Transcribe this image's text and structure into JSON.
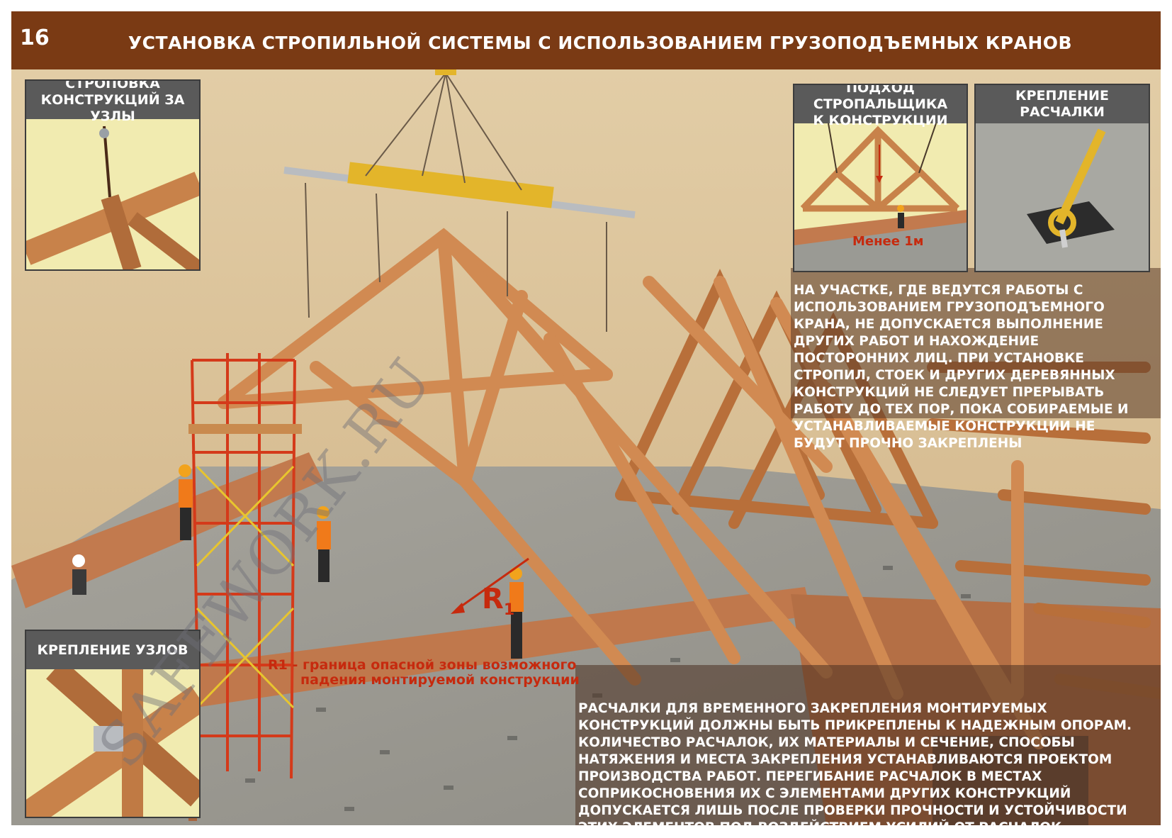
{
  "header": {
    "page_number": "16",
    "title": "УСТАНОВКА СТРОПИЛЬНОЙ СИСТЕМЫ С ИСПОЛЬЗОВАНИЕМ ГРУЗОПОДЪЕМНЫХ КРАНОВ"
  },
  "insets": {
    "slinging": "СТРОПОВКА\nКОНСТРУКЦИЙ ЗА УЗЛЫ",
    "approach": "ПОДХОД СТРОПАЛЬЩИКА\nК КОНСТРУКЦИИ",
    "guy_fixing": "КРЕПЛЕНИЕ\nРАСЧАЛКИ",
    "node_fixing": "КРЕПЛЕНИЕ УЗЛОВ"
  },
  "labels": {
    "less_1m": "Менее 1м",
    "r1": "R",
    "r1_sub": "1",
    "danger_zone_line1": "R1 - граница опасной зоны возможного",
    "danger_zone_line2": "падения монтируемой конструкции"
  },
  "notes": {
    "top": "НА УЧАСТКЕ, ГДЕ ВЕДУТСЯ РАБОТЫ С ИСПОЛЬЗОВАНИЕМ ГРУЗОПОДЪЕМНОГО КРАНА, НЕ ДОПУСКАЕТСЯ ВЫПОЛНЕНИЕ ДРУГИХ РАБОТ И НАХОЖДЕНИЕ ПОСТОРОННИХ ЛИЦ. ПРИ УСТАНОВКЕ СТРОПИЛ, СТОЕК И ДРУГИХ ДЕРЕВЯННЫХ КОНСТРУКЦИЙ НЕ СЛЕДУЕТ ПРЕРЫВАТЬ РАБОТУ ДО ТЕХ ПОР, ПОКА СОБИРАЕМЫЕ И УСТАНАВЛИВАЕМЫЕ КОНСТРУКЦИИ НЕ БУДУТ ПРОЧНО ЗАКРЕПЛЕНЫ",
    "bottom": "РАСЧАЛКИ ДЛЯ ВРЕМЕННОГО ЗАКРЕПЛЕНИЯ МОНТИРУЕМЫХ КОНСТРУКЦИЙ ДОЛЖНЫ БЫТЬ ПРИКРЕПЛЕНЫ К НАДЕЖНЫМ ОПОРАМ. КОЛИЧЕСТВО РАСЧАЛОК, ИХ МАТЕРИАЛЫ И СЕЧЕНИЕ, СПОСОБЫ НАТЯЖЕНИЯ И МЕСТА ЗАКРЕПЛЕНИЯ УСТАНАВЛИВАЮТСЯ ПРОЕКТОМ ПРОИЗВОДСТВА РАБОТ. ПЕРЕГИБАНИЕ РАСЧАЛОК В МЕСТАХ СОПРИКОСНОВЕНИЯ ИХ С ЭЛЕМЕНТАМИ ДРУГИХ КОНСТРУКЦИЙ ДОПУСКАЕТСЯ ЛИШЬ ПОСЛЕ ПРОВЕРКИ ПРОЧНОСТИ И УСТОЙЧИВОСТИ ЭТИХ ЭЛЕМЕНТОВ ПОД ВОЗДЕЙСТВИЕМ УСИЛИЙ ОТ РАСЧАЛОК"
  },
  "watermark": "SAFEWORK.RU",
  "colors": {
    "header_bg": "#7a3a14",
    "label_bg": "#5a5a5a",
    "accent_red": "#c62a0e",
    "timber": "#c8824a",
    "sand": "#dcc39a",
    "slab": "#9a9a94",
    "scaffold": "#d43a1a"
  }
}
